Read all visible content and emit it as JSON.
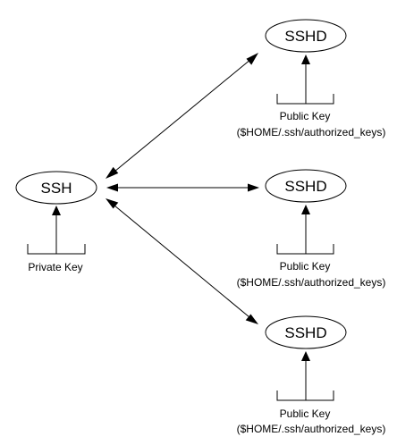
{
  "client": {
    "label": "SSH",
    "key_label": "Private Key"
  },
  "servers": [
    {
      "label": "SSHD",
      "key_line1": "Public Key",
      "key_line2": "($HOME/.ssh/authorized_keys)"
    },
    {
      "label": "SSHD",
      "key_line1": "Public Key",
      "key_line2": "($HOME/.ssh/authorized_keys)"
    },
    {
      "label": "SSHD",
      "key_line1": "Public Key",
      "key_line2": "($HOME/.ssh/authorized_keys)"
    }
  ]
}
